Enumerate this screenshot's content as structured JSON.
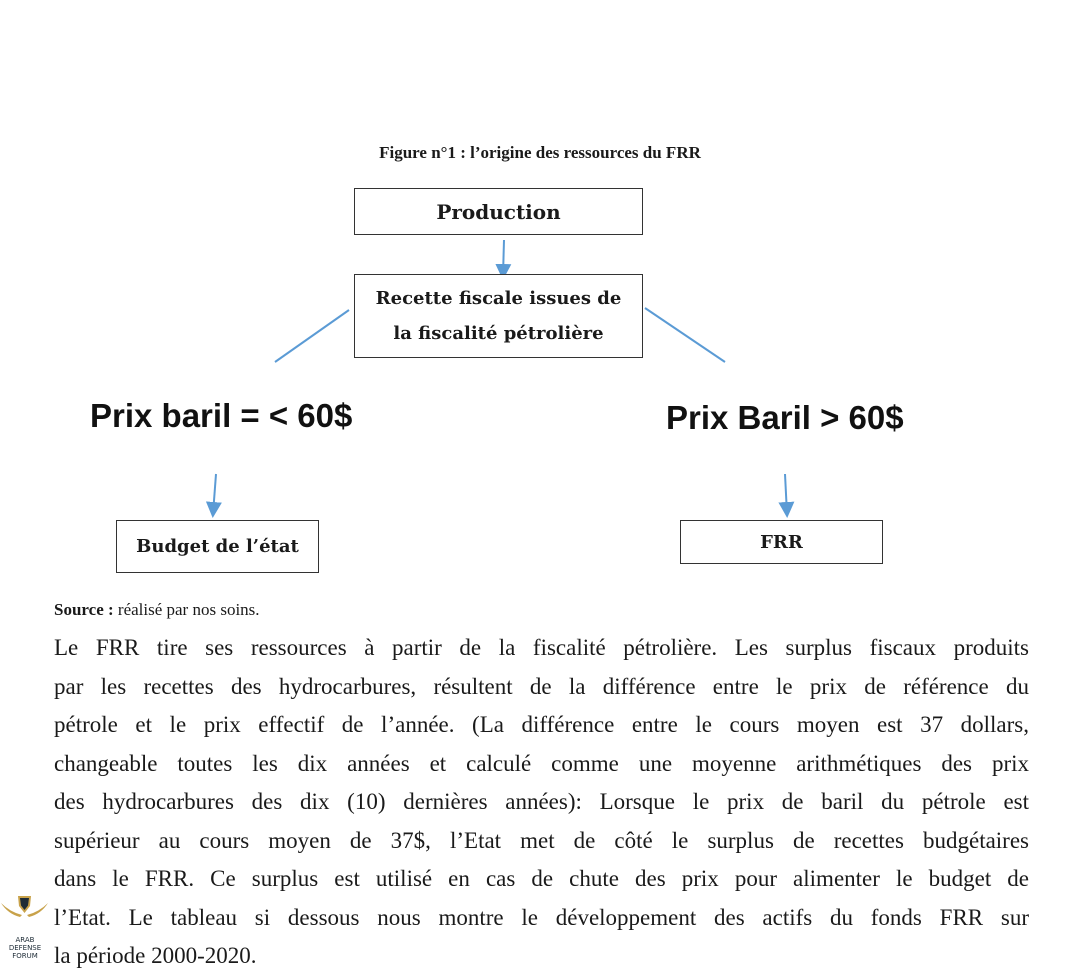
{
  "figure": {
    "title": "Figure n°1 : l’origine des ressources du FRR",
    "nodes": {
      "production": "Production",
      "recette_line1": "Recette fiscale issues de",
      "recette_line2": "la fiscalité pétrolière",
      "budget": "Budget de l’état",
      "frr": "FRR"
    },
    "labels": {
      "left": "Prix baril = < 60$",
      "right": "Prix Baril > 60$"
    },
    "colors": {
      "arrow": "#5b9bd5"
    }
  },
  "source": {
    "label": "Source :",
    "text": " réalisé par nos soins."
  },
  "paragraph_lines": [
    "Le FRR tire ses ressources à partir de la fiscalité pétrolière. Les surplus fiscaux produits",
    "par les recettes des hydrocarbures, résultent de la différence entre le prix de référence du",
    "pétrole et le prix effectif de l’année. (La différence entre le cours moyen est 37 dollars,",
    "changeable toutes les dix années et calculé comme une moyenne arithmétiques des prix",
    "des hydrocarbures des dix (10) dernières années): Lorsque le prix de baril du pétrole est",
    "supérieur au cours moyen de 37$, l’Etat met de côté le surplus de recettes budgétaires",
    "dans le FRR. Ce surplus est utilisé en cas de chute des prix pour alimenter le budget de",
    "l’Etat. Le tableau si dessous nous montre le développement des actifs du fonds FRR sur",
    "la période 2000-2020."
  ],
  "watermark": {
    "text": "ARAB DEFENSE FORUM"
  }
}
